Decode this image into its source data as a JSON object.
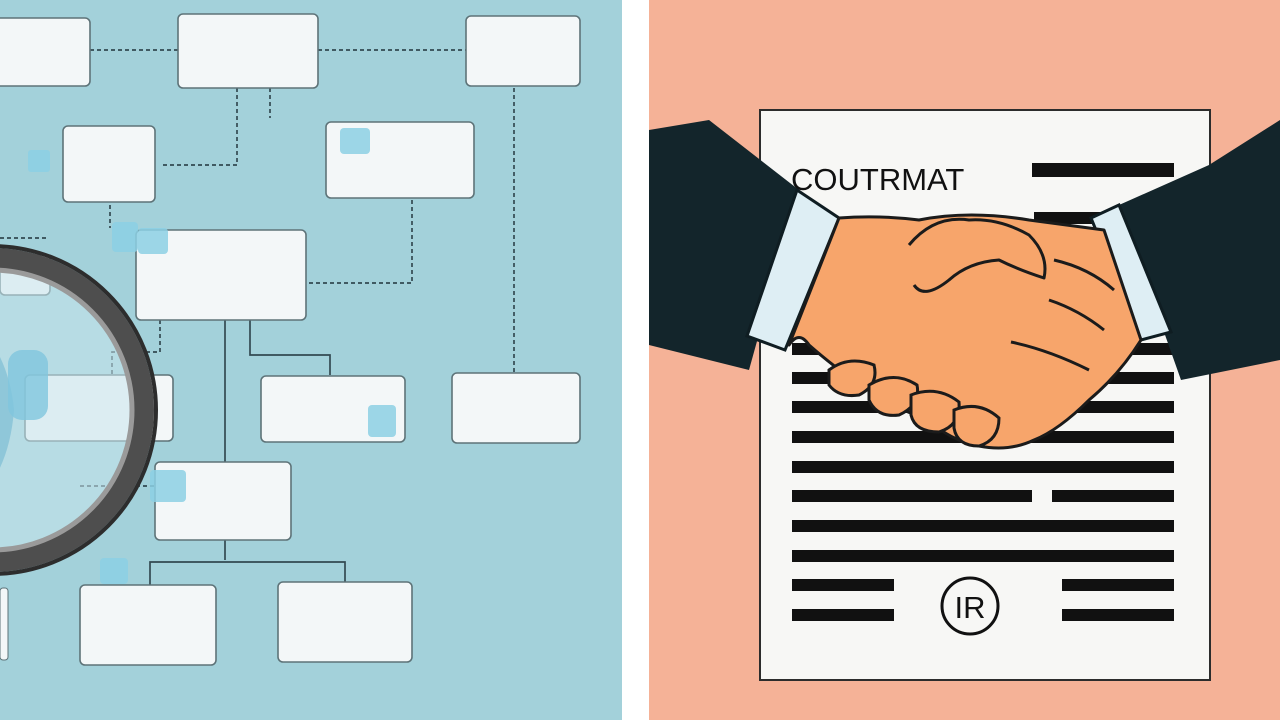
{
  "left_panel": {
    "background": "#a3d1da",
    "description_label": "",
    "nodes": [
      {
        "id": "n1",
        "lines": [
          "",
          ""
        ]
      },
      {
        "id": "n2",
        "lines": [
          "",
          "",
          ""
        ]
      },
      {
        "id": "n3",
        "lines": [
          "",
          ""
        ]
      },
      {
        "id": "n4",
        "lines": [
          "",
          "",
          ""
        ]
      },
      {
        "id": "n5",
        "lines": [
          "",
          "",
          ""
        ]
      },
      {
        "id": "n6",
        "lines": [
          "",
          "",
          ""
        ]
      },
      {
        "id": "n7",
        "lines": [
          "",
          ""
        ]
      },
      {
        "id": "n8",
        "lines": [
          "",
          ""
        ]
      },
      {
        "id": "n9",
        "lines": [
          "",
          ""
        ]
      },
      {
        "id": "n10",
        "lines": [
          "",
          "",
          ""
        ]
      },
      {
        "id": "n11",
        "lines": [
          "",
          ""
        ]
      },
      {
        "id": "n12",
        "lines": [
          "",
          "",
          ""
        ]
      },
      {
        "id": "n13",
        "lines": [
          ""
        ]
      }
    ],
    "icons": [
      "magnifying-glass-icon",
      "document-icon"
    ]
  },
  "right_panel": {
    "background": "#f5b297",
    "document": {
      "title": "COUTRMAT",
      "seal_text": "IR",
      "paper_color": "#f7f7f5",
      "line_color": "#111111"
    },
    "handshake": {
      "skin_color": "#f7a56b",
      "sleeve_color": "#13252b",
      "cuff_color": "#deeef4"
    }
  }
}
